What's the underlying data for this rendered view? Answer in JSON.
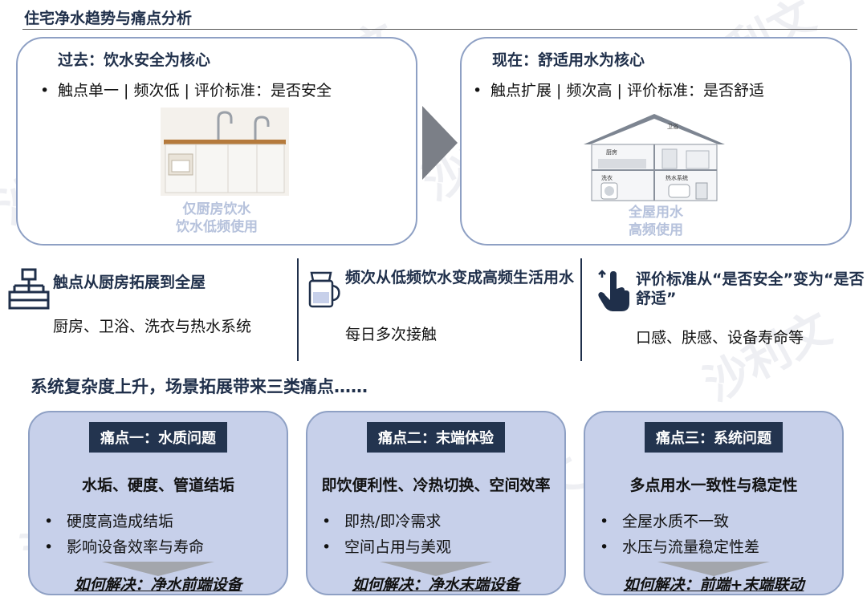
{
  "page_title": "住宅净水趋势与痛点分析",
  "past": {
    "title": "过去：饮水安全为核心",
    "bullet_mark": "•",
    "bullet": "触点单一 | 频次低 | 评价标准：是否安全",
    "caption_line1": "仅厨房饮水",
    "caption_line2": "饮水低频使用"
  },
  "now": {
    "title": "现在：舒适用水为核心",
    "bullet_mark": "•",
    "bullet": "触点扩展 | 频次高 | 评价标准：是否舒适",
    "caption_line1": "全屋用水",
    "caption_line2": "高频使用",
    "house_labels": {
      "kitchen": "厨房",
      "bath": "卫浴",
      "laundry": "洗衣",
      "hotwater": "热水系统"
    }
  },
  "trends": [
    {
      "icon": "org-chart-icon",
      "head": "触点从厨房拓展到全屋",
      "text": "厨房、卫浴、洗衣与热水系统"
    },
    {
      "icon": "water-pitcher-icon",
      "head": "频次从低频饮水变成高频生活用水",
      "text": "每日多次接触"
    },
    {
      "icon": "pointer-hand-icon",
      "head": "评价标准从“是否安全”变为“是否舒适”",
      "text": "口感、肤感、设备寿命等"
    }
  ],
  "section_head": "系统复杂度上升，场景拓展带来三类痛点……",
  "pains": [
    {
      "label": "痛点一：水质问题",
      "sub": "水垢、硬度、管道结垢",
      "items": [
        "硬度高造成结垢",
        "影响设备效率与寿命"
      ],
      "solve": "如何解决：净水前端设备"
    },
    {
      "label": "痛点二：末端体验",
      "sub": "即饮便利性、冷热切换、空间效率",
      "items": [
        "即热/即冷需求",
        "空间占用与美观"
      ],
      "solve": "如何解决：净水末端设备"
    },
    {
      "label": "痛点三：系统问题",
      "sub": "多点用水一致性与稳定性",
      "items": [
        "全屋水质不一致",
        "水压与流量稳定性差"
      ],
      "solve": "如何解决：前端+末端联动"
    }
  ],
  "bullet_mark": "•",
  "watermark": "沙利文",
  "colors": {
    "navy": "#23344f",
    "card": "#c7d0ea",
    "border": "#8ea0c4",
    "caption": "#b6c2dc"
  }
}
